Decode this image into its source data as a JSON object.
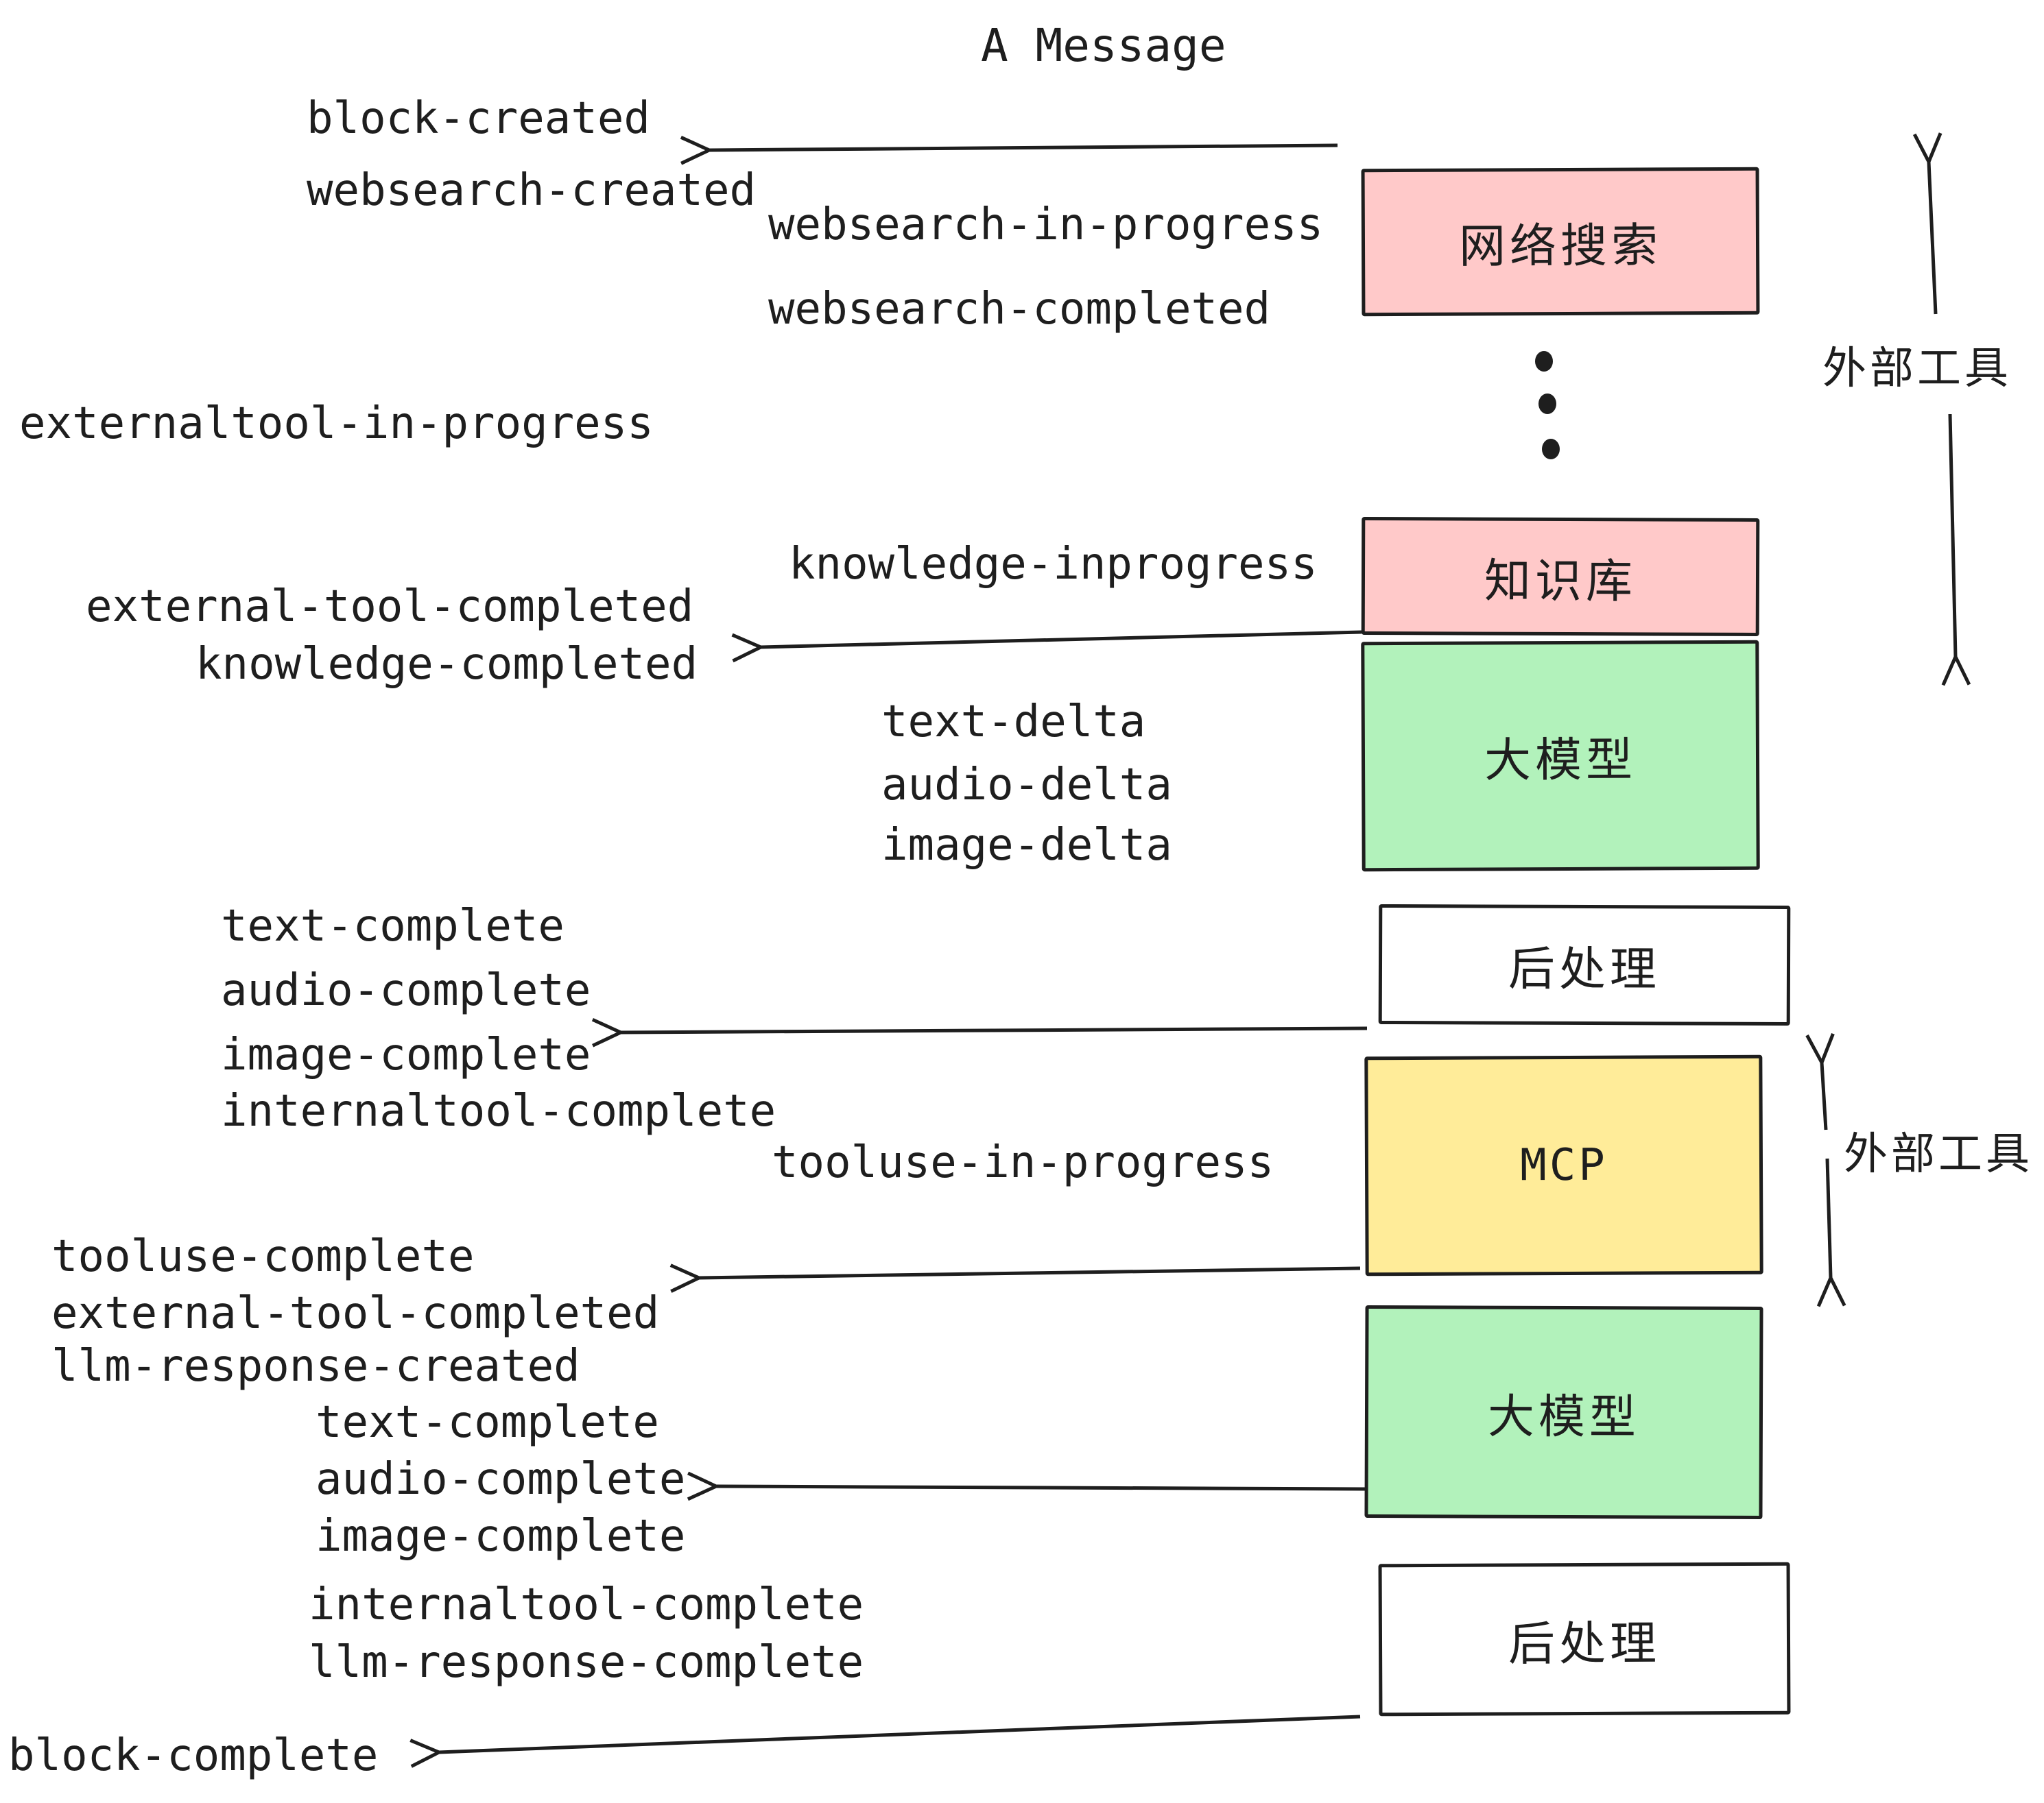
{
  "title": "A Message",
  "colors": {
    "box_pink": "#ffc9c9",
    "box_green": "#b2f2bb",
    "box_yellow": "#ffec99",
    "box_white": "#ffffff",
    "stroke": "#1e1e1e"
  },
  "boxes": [
    {
      "id": "websearch",
      "label": "网络搜索",
      "color": "pink"
    },
    {
      "id": "knowledge",
      "label": "知识库",
      "color": "pink"
    },
    {
      "id": "llm-1",
      "label": "大模型",
      "color": "green"
    },
    {
      "id": "postprocess-1",
      "label": "后处理",
      "color": "white"
    },
    {
      "id": "mcp",
      "label": "MCP",
      "color": "yellow"
    },
    {
      "id": "llm-2",
      "label": "大模型",
      "color": "green"
    },
    {
      "id": "postprocess-2",
      "label": "后处理",
      "color": "white"
    }
  ],
  "side_labels": [
    {
      "text": "外部工具"
    },
    {
      "text": "外部工具"
    }
  ],
  "events": [
    {
      "text": "block-created"
    },
    {
      "text": "websearch-created"
    },
    {
      "text": "websearch-in-progress"
    },
    {
      "text": "websearch-completed"
    },
    {
      "text": "externaltool-in-progress"
    },
    {
      "text": "knowledge-inprogress"
    },
    {
      "text": "external-tool-completed"
    },
    {
      "text": "knowledge-completed"
    },
    {
      "text": "text-delta"
    },
    {
      "text": "audio-delta"
    },
    {
      "text": "image-delta"
    },
    {
      "text": "text-complete"
    },
    {
      "text": "audio-complete"
    },
    {
      "text": "image-complete"
    },
    {
      "text": "internaltool-complete"
    },
    {
      "text": "tooluse-in-progress"
    },
    {
      "text": "tooluse-complete"
    },
    {
      "text": "external-tool-completed"
    },
    {
      "text": "llm-response-created"
    },
    {
      "text": "text-complete"
    },
    {
      "text": "audio-complete"
    },
    {
      "text": "image-complete"
    },
    {
      "text": "internaltool-complete"
    },
    {
      "text": "llm-response-complete"
    },
    {
      "text": "block-complete"
    }
  ]
}
